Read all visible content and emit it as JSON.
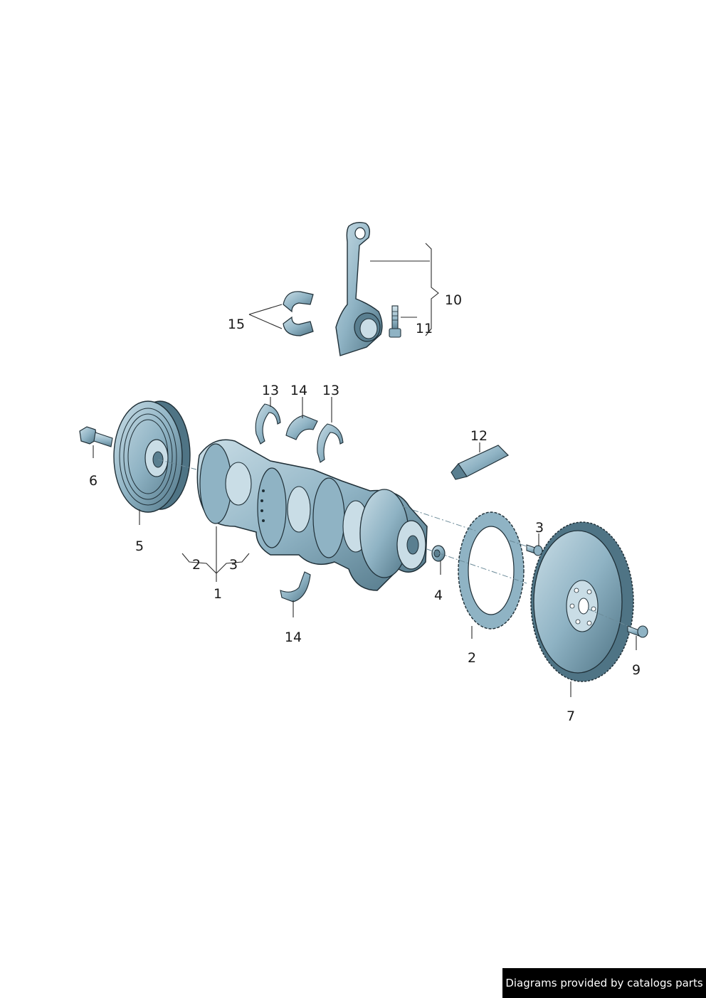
{
  "colors": {
    "part_fill": "#8fb3c4",
    "part_light": "#c9dde6",
    "part_dark": "#4f7485",
    "outline": "#1f2f37",
    "leader": "#2a2a2a"
  },
  "callouts": [
    {
      "id": "c1",
      "text": "1"
    },
    {
      "id": "c2a",
      "text": "2"
    },
    {
      "id": "c3a",
      "text": "3"
    },
    {
      "id": "c2b",
      "text": "2"
    },
    {
      "id": "c3b",
      "text": "3"
    },
    {
      "id": "c4",
      "text": "4"
    },
    {
      "id": "c5",
      "text": "5"
    },
    {
      "id": "c6",
      "text": "6"
    },
    {
      "id": "c7",
      "text": "7"
    },
    {
      "id": "c9",
      "text": "9"
    },
    {
      "id": "c10",
      "text": "10"
    },
    {
      "id": "c11",
      "text": "11"
    },
    {
      "id": "c12",
      "text": "12"
    },
    {
      "id": "c13a",
      "text": "13"
    },
    {
      "id": "c13b",
      "text": "13"
    },
    {
      "id": "c14a",
      "text": "14"
    },
    {
      "id": "c14b",
      "text": "14"
    },
    {
      "id": "c15",
      "text": "15"
    }
  ],
  "footer": {
    "text": "Diagrams provided by catalogs parts"
  }
}
